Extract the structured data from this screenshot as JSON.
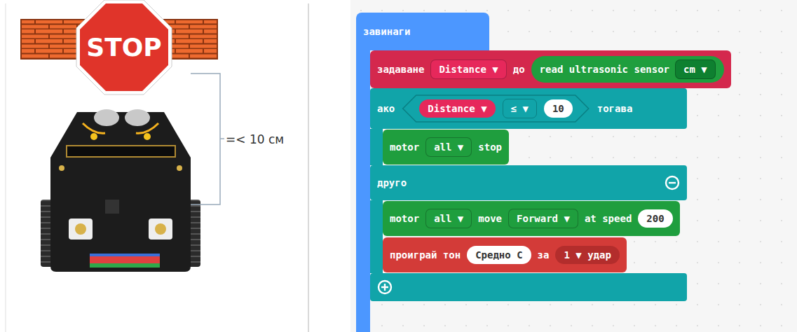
{
  "diagram": {
    "nodes": [
      {
        "text": [
          "STOP"
        ]
      },
      {
        "text": [
          "завинаги"
        ]
      },
      {
        "text": [
          "задаване",
          "до"
        ],
        "in": 1
      },
      {
        "text": [
          "Distance ▼"
        ],
        "in": 2
      },
      {
        "text": [
          "read ultrasonic sensor"
        ],
        "in": 2
      },
      {
        "text": [
          "cm ▼"
        ],
        "in": 4
      },
      {
        "text": [
          "ако",
          "тогава",
          "друго"
        ],
        "in": 1
      },
      {
        "text": [
          "Distance ▼"
        ],
        "in": 6
      },
      {
        "text": [
          "≤ ▼"
        ],
        "in": 6
      },
      {
        "text": [
          "10"
        ],
        "in": 6
      },
      {
        "text": [
          "motor",
          "stop"
        ],
        "in": 6
      },
      {
        "text": [
          "all ▼"
        ],
        "in": 10
      },
      {
        "text": [
          "motor",
          "move",
          "at speed"
        ],
        "in": 6
      },
      {
        "text": [
          "all ▼"
        ],
        "in": 12
      },
      {
        "text": [
          "Forward ▼"
        ],
        "in": 12
      },
      {
        "text": [
          "200"
        ],
        "in": 12
      },
      {
        "text": [
          "проиграй тон",
          "за"
        ],
        "in": 6
      },
      {
        "text": [
          "Средно C"
        ],
        "in": 16
      },
      {
        "text": [
          "1 ▼ удар"
        ],
        "in": 16
      }
    ],
    "labels": [
      "=< 10 см"
    ]
  }
}
